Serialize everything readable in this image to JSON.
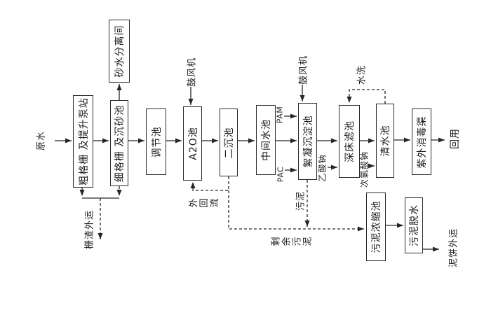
{
  "diagram": {
    "boxes": [
      {
        "id": "coarse-screen-pump-station",
        "label": "粗格栅 及提升泵站"
      },
      {
        "id": "fine-screen-grit-chamber",
        "label": "细格栅 及沉砂池"
      },
      {
        "id": "sand-water-separation-room",
        "label": "砂水分离间"
      },
      {
        "id": "regulating-tank",
        "label": "调节池"
      },
      {
        "id": "a2o-tank",
        "label": "A2O池"
      },
      {
        "id": "secondary-sedimentation-tank",
        "label": "二沉池"
      },
      {
        "id": "intermediate-water-tank",
        "label": "中间水池"
      },
      {
        "id": "flocculation-sedimentation-tank",
        "label": "絮凝沉淀池"
      },
      {
        "id": "deep-bed-filter",
        "label": "深床滤池"
      },
      {
        "id": "clear-water-tank",
        "label": "清水池"
      },
      {
        "id": "uv-disinfection-channel",
        "label": "紫外消毒渠"
      },
      {
        "id": "sludge-thickening-tank",
        "label": "污泥浓缩池"
      },
      {
        "id": "sludge-dewatering",
        "label": "污泥脱水"
      }
    ],
    "labels": {
      "raw_water": "原水",
      "blower": "鼓风机",
      "pam": "PAM",
      "pac": "PAC",
      "sodium_acetate": "乙酸钠",
      "sodium_hypochlorite": "次氯酸钠",
      "backwash": "水洗",
      "external_recirculation": "外回流",
      "sludge": "污泥",
      "excess_sludge": "剩余污泥",
      "screen_residue_out": "栅渣外运",
      "mud_cake_out": "泥饼外运",
      "reuse": "回用"
    },
    "colors": {
      "background": "#ffffff",
      "line": "#262626",
      "box_border": "#2a2a2a",
      "text": "#1b1b1b"
    }
  }
}
